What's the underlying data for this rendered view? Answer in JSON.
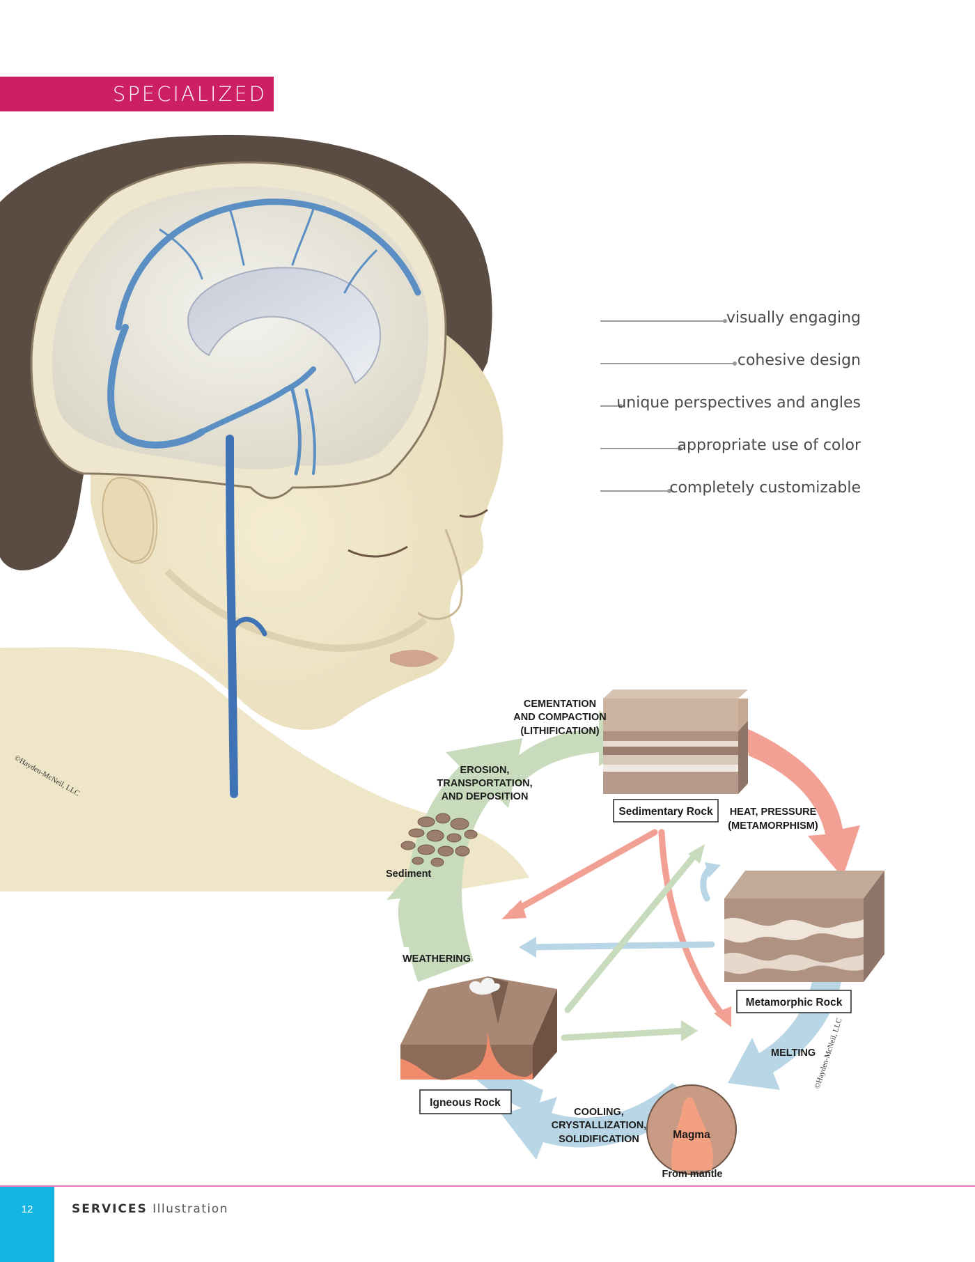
{
  "banner": {
    "label": "SPECIALIZED",
    "color": "#cd1f64"
  },
  "features": [
    {
      "text": "visually engaging",
      "line_fraction": 0.41
    },
    {
      "text": "cohesive design",
      "line_fraction": 0.44
    },
    {
      "text": "unique perspectives and angles",
      "line_fraction": 0.07
    },
    {
      "text": "appropriate use of color",
      "line_fraction": 0.26
    },
    {
      "text": "completely customizable",
      "line_fraction": 0.22
    }
  ],
  "head_illustration": {
    "copyright": "©Hayden-McNeil, LLC"
  },
  "rock_cycle": {
    "stage_labels": {
      "cementation": [
        "CEMENTATION",
        "AND COMPACTION",
        "(LITHIFICATION)"
      ],
      "erosion": [
        "EROSION,",
        "TRANSPORTATION,",
        "AND DEPOSITION"
      ],
      "heat": [
        "HEAT, PRESSURE",
        "(METAMORPHISM)"
      ],
      "weathering": "WEATHERING",
      "melting": "MELTING",
      "cooling": [
        "COOLING,",
        "CRYSTALLIZATION,",
        "SOLIDIFICATION"
      ]
    },
    "rocks": {
      "sedimentary": "Sedimentary Rock",
      "metamorphic": "Metamorphic Rock",
      "igneous": "Igneous Rock",
      "magma": "Magma",
      "sediment": "Sediment",
      "from_mantle": "From mantle"
    },
    "copyright": "©Hayden-McNeil, LLC",
    "colors": {
      "green": "#c8dcbd",
      "red": "#f2a093",
      "blue": "#b9d6e6"
    }
  },
  "footer": {
    "page_number": "12",
    "section": "SERVICES",
    "subsection": "Illustration",
    "accent": "#12b5e2",
    "rule": "#e377b8"
  }
}
